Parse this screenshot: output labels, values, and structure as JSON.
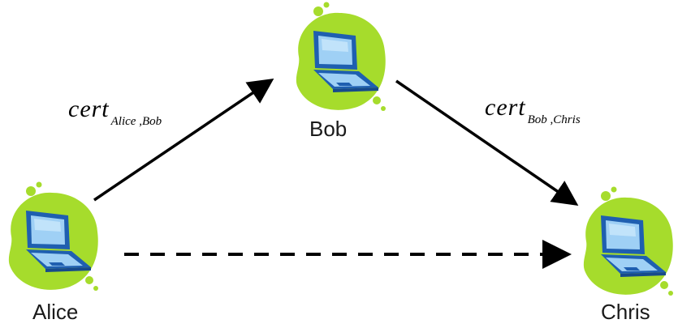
{
  "nodes": {
    "alice": {
      "label": "Alice"
    },
    "bob": {
      "label": "Bob"
    },
    "chris": {
      "label": "Chris"
    }
  },
  "edges": {
    "alice_bob": {
      "cert_main": "cert",
      "cert_sub": "Alice ,Bob"
    },
    "bob_chris": {
      "cert_main": "cert",
      "cert_sub": "Bob ,Chris"
    }
  },
  "colors": {
    "blob": "#a6dc2c",
    "blob_dark": "#8fc51a",
    "laptop_body": "#1f5fb0",
    "laptop_screen": "#9fd0f5",
    "arrow": "#000000"
  }
}
